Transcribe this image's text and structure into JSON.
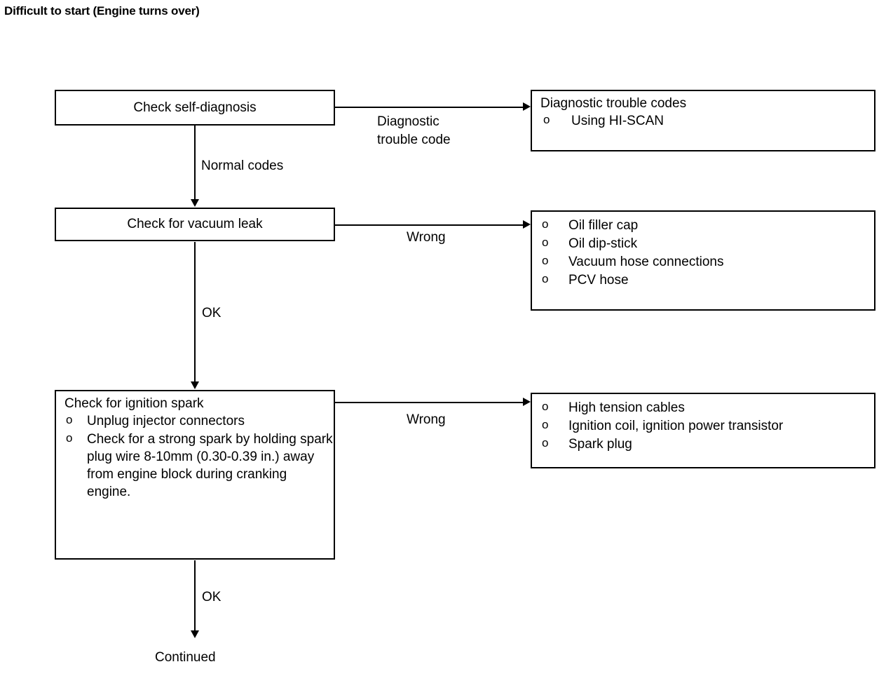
{
  "title": "Difficult to start (Engine turns over)",
  "nodes": {
    "check_self_diagnosis": {
      "label": "Check self-diagnosis"
    },
    "diagnostic_trouble_codes": {
      "heading": "Diagnostic trouble codes",
      "items": [
        "Using HI-SCAN"
      ]
    },
    "check_vacuum_leak": {
      "label": "Check for vacuum leak"
    },
    "vacuum_leak_causes": {
      "items": [
        "Oil filler cap",
        "Oil dip-stick",
        "Vacuum hose connections",
        "PCV hose"
      ]
    },
    "check_ignition_spark": {
      "heading": "Check for ignition spark",
      "items": [
        "Unplug injector connectors",
        "Check for a strong spark by holding spark plug wire 8-10mm (0.30-0.39 in.) away from engine block during cranking engine."
      ]
    },
    "ignition_spark_causes": {
      "items": [
        "High tension cables",
        "Ignition coil, ignition power transistor",
        "Spark plug"
      ]
    }
  },
  "edges": {
    "diagnostic_trouble_code": "Diagnostic\ntrouble code",
    "diagnostic_trouble_code_line1": "Diagnostic",
    "diagnostic_trouble_code_line2": "trouble code",
    "normal_codes": "Normal codes",
    "wrong_vacuum": "Wrong",
    "ok_vacuum": "OK",
    "wrong_ignition": "Wrong",
    "ok_ignition": "OK"
  },
  "terminal": {
    "continued": "Continued"
  },
  "bullet_marker": "o",
  "colors": {
    "stroke": "#000000",
    "background": "#ffffff"
  }
}
